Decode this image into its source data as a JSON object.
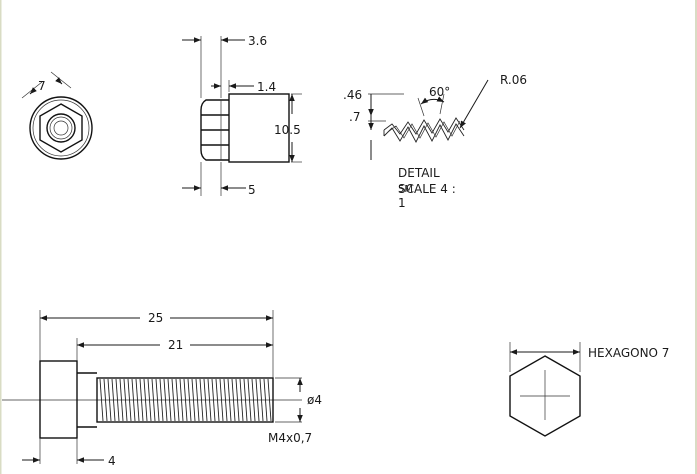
{
  "border_color": "#d9dcc4",
  "line_color": "#1a1a1a",
  "dims": {
    "top_hex": "7",
    "side_3_6": "3.6",
    "side_1_4": "1.4",
    "side_10_5": "10.5",
    "side_5": "5",
    "detail_046": ".46",
    "detail_07": ".7",
    "detail_angle": "60°",
    "detail_radius": "R.06",
    "length_25": "25",
    "length_21": "21",
    "head_4": "4",
    "dia_4": "ø4",
    "thread_spec": "M4x0,7",
    "hex_label": "HEXAGONO 7"
  },
  "detail": {
    "line1": "DETAIL",
    "line2": "SCALE 4 :",
    "line3": "1",
    "overlap": "5M"
  }
}
